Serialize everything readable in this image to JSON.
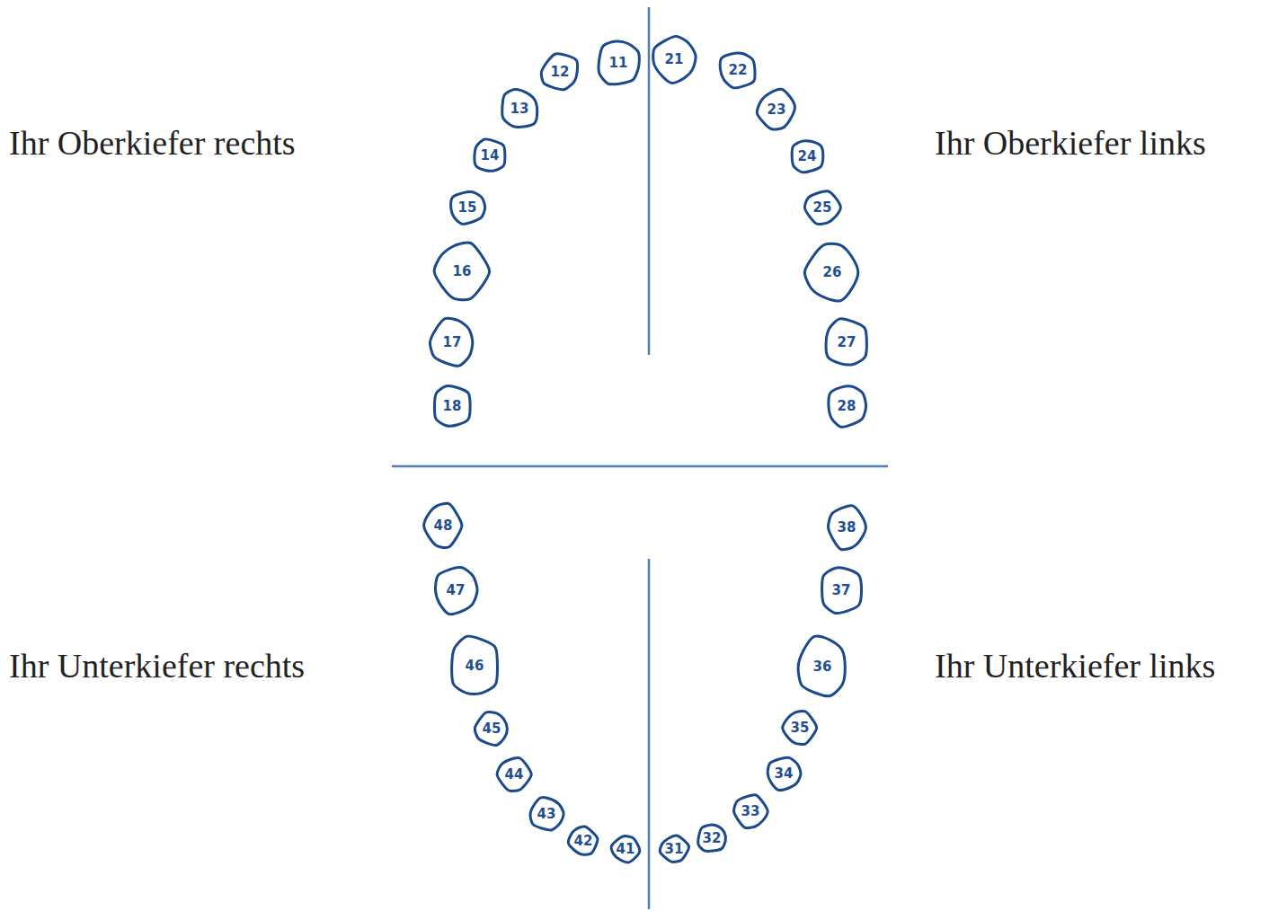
{
  "diagram": {
    "nodes": [
      {
        "text": [
          "11"
        ]
      },
      {
        "text": [
          "12"
        ]
      },
      {
        "text": [
          "13"
        ]
      },
      {
        "text": [
          "14"
        ]
      },
      {
        "text": [
          "15"
        ]
      },
      {
        "text": [
          "16"
        ]
      },
      {
        "text": [
          "17"
        ]
      },
      {
        "text": [
          "18"
        ]
      },
      {
        "text": [
          "21"
        ]
      },
      {
        "text": [
          "22"
        ]
      },
      {
        "text": [
          "23"
        ]
      },
      {
        "text": [
          "24"
        ]
      },
      {
        "text": [
          "25"
        ]
      },
      {
        "text": [
          "26"
        ]
      },
      {
        "text": [
          "27"
        ]
      },
      {
        "text": [
          "28"
        ]
      },
      {
        "text": [
          "31"
        ]
      },
      {
        "text": [
          "32"
        ]
      },
      {
        "text": [
          "33"
        ]
      },
      {
        "text": [
          "34"
        ]
      },
      {
        "text": [
          "35"
        ]
      },
      {
        "text": [
          "36"
        ]
      },
      {
        "text": [
          "37"
        ]
      },
      {
        "text": [
          "38"
        ]
      },
      {
        "text": [
          "41"
        ]
      },
      {
        "text": [
          "42"
        ]
      },
      {
        "text": [
          "43"
        ]
      },
      {
        "text": [
          "44"
        ]
      },
      {
        "text": [
          "45"
        ]
      },
      {
        "text": [
          "46"
        ]
      },
      {
        "text": [
          "47"
        ]
      },
      {
        "text": [
          "48"
        ]
      }
    ],
    "labels": [
      "Ihr Oberkiefer rechts",
      "Ihr Oberkiefer links",
      "Ihr Unterkiefer rechts",
      "Ihr Unterkiefer links"
    ]
  }
}
